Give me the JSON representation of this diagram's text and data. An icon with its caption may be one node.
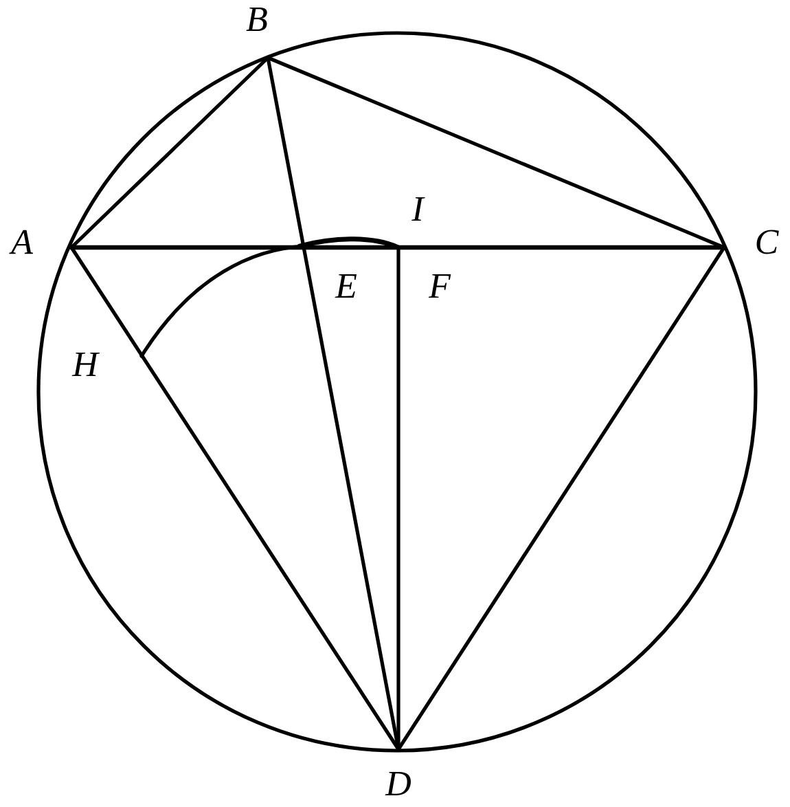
{
  "diagram": {
    "labels": [
      "B",
      "A",
      "I",
      "C",
      "E",
      "F",
      "H",
      "D"
    ]
  }
}
